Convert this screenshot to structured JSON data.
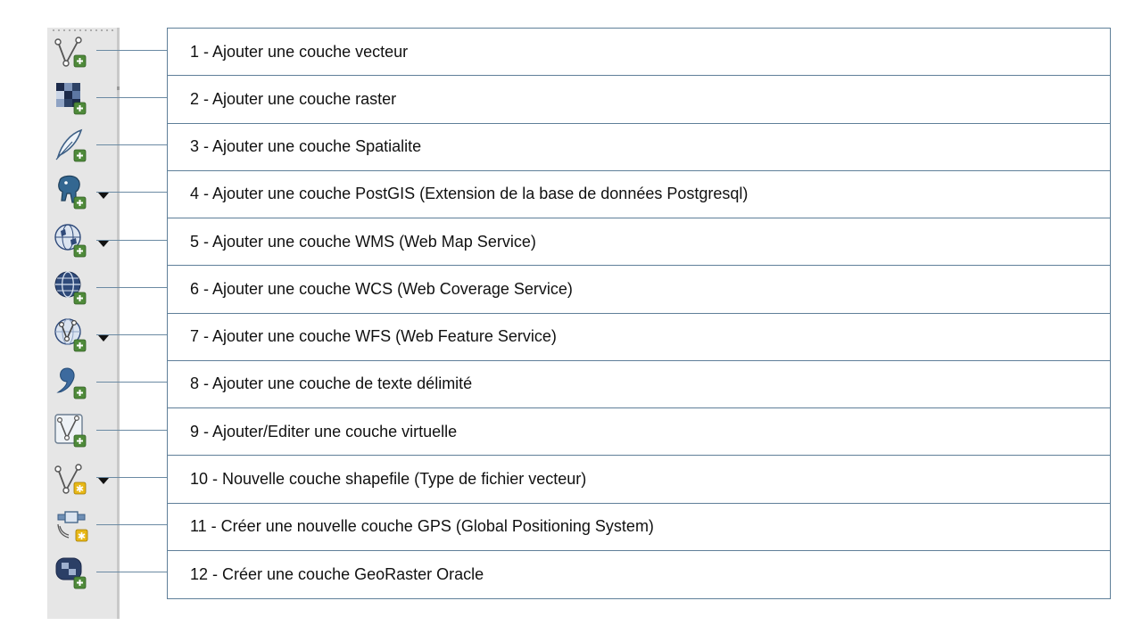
{
  "toolbar": {
    "tools": [
      {
        "icon": "vector-layer-icon",
        "has_dropdown": false
      },
      {
        "icon": "raster-layer-icon",
        "has_dropdown": false
      },
      {
        "icon": "spatialite-layer-icon",
        "has_dropdown": false
      },
      {
        "icon": "postgis-layer-icon",
        "has_dropdown": true
      },
      {
        "icon": "wms-layer-icon",
        "has_dropdown": true
      },
      {
        "icon": "wcs-layer-icon",
        "has_dropdown": false
      },
      {
        "icon": "wfs-layer-icon",
        "has_dropdown": true
      },
      {
        "icon": "delimited-text-layer-icon",
        "has_dropdown": false
      },
      {
        "icon": "virtual-layer-icon",
        "has_dropdown": false
      },
      {
        "icon": "new-shapefile-layer-icon",
        "has_dropdown": true
      },
      {
        "icon": "new-gps-layer-icon",
        "has_dropdown": false
      },
      {
        "icon": "georaster-oracle-layer-icon",
        "has_dropdown": false
      }
    ]
  },
  "descriptions": [
    "1 - Ajouter une couche vecteur",
    "2 - Ajouter une couche raster",
    "3 - Ajouter une couche Spatialite",
    "4 - Ajouter une couche PostGIS (Extension de la base de données Postgresql)",
    "5 - Ajouter une couche WMS (Web Map Service)",
    "6 - Ajouter une couche WCS (Web Coverage Service)",
    "7 - Ajouter une couche WFS (Web Feature Service)",
    "8 - Ajouter une couche de texte délimité",
    "9 - Ajouter/Editer une couche virtuelle",
    "10 - Nouvelle couche shapefile (Type de fichier vecteur)",
    "11 - Créer une nouvelle couche GPS (Global Positioning System)",
    "12 - Créer une couche GeoRaster Oracle"
  ],
  "colors": {
    "add_badge": "#4f8a3a",
    "new_badge": "#e8b817",
    "connector_line": "#6b8aa3",
    "table_border": "#5f7f99",
    "toolbar_bg": "#e6e6e6"
  }
}
